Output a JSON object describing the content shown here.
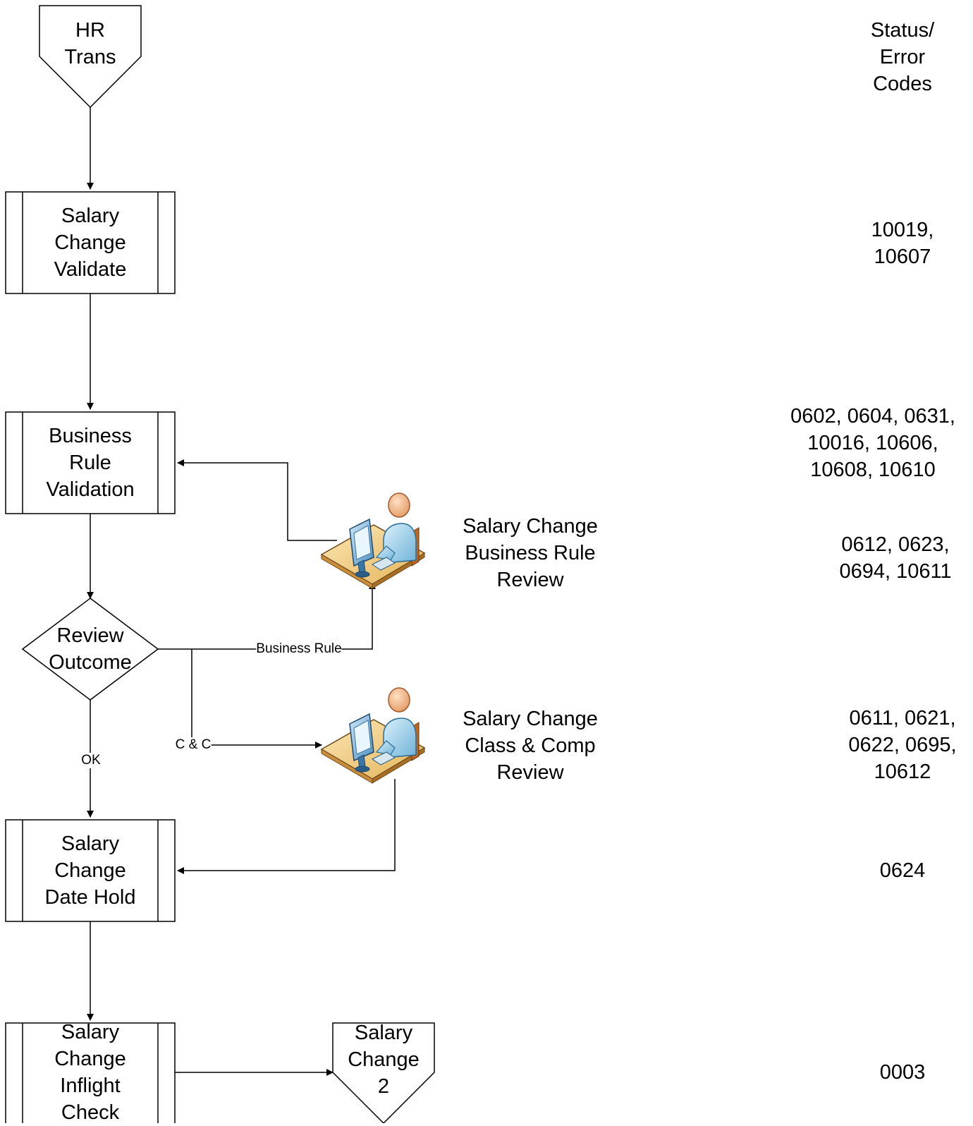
{
  "nodes": {
    "hr_trans": [
      "HR",
      "Trans"
    ],
    "salary_change_validate": [
      "Salary",
      "Change",
      "Validate"
    ],
    "business_rule_validation": [
      "Business",
      "Rule",
      "Validation"
    ],
    "review_outcome": [
      "Review",
      "Outcome"
    ],
    "salary_change_date_hold": [
      "Salary",
      "Change",
      "Date Hold"
    ],
    "salary_change_inflight_check": [
      "Salary",
      "Change",
      "Inflight",
      "Check"
    ],
    "salary_change_2": [
      "Salary",
      "Change",
      "2"
    ],
    "business_rule_review": [
      "Salary Change",
      "Business Rule",
      "Review"
    ],
    "class_comp_review": [
      "Salary Change",
      "Class & Comp",
      "Review"
    ]
  },
  "edge_labels": {
    "business_rule": "Business Rule",
    "c_and_c": "C & C",
    "ok": "OK"
  },
  "status_codes": {
    "header": [
      "Status/",
      "Error",
      "Codes"
    ],
    "validate": [
      "10019,",
      "10607"
    ],
    "business_rule_validation": [
      "0602, 0604, 0631,",
      "10016, 10606,",
      "10608, 10610"
    ],
    "business_rule_review": [
      "0612, 0623,",
      "0694, 10611"
    ],
    "class_comp_review": [
      "0611, 0621,",
      "0622, 0695,",
      "10612"
    ],
    "date_hold": [
      "0624"
    ],
    "inflight_check": [
      "0003"
    ]
  },
  "icons": {
    "workstation": "person-at-computer-icon"
  }
}
